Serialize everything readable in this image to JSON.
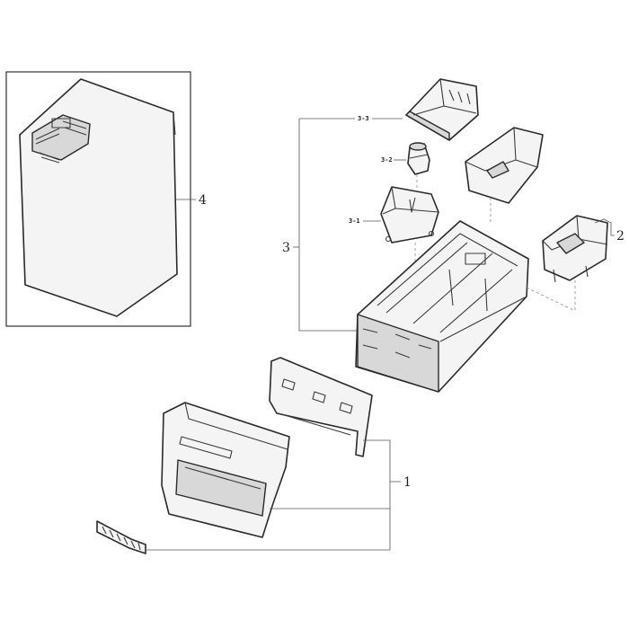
{
  "callouts": {
    "c1": "1",
    "c2": "2",
    "c3": "3",
    "c3_1": "3-1",
    "c3_2": "3-2",
    "c3_3": "3-3",
    "c4": "4"
  }
}
